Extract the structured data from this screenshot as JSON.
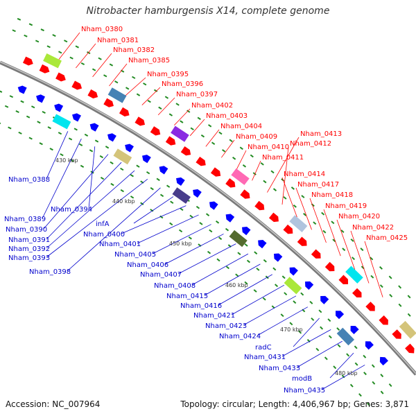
{
  "title": "Nitrobacter hamburgensis X14, complete genome",
  "footer": {
    "accession": "Accession: NC_007964",
    "summary": "Topology: circular; Length: 4,406,967 bp; Genes: 3,871"
  },
  "scale_marks": [
    "430 kbp",
    "440 kbp",
    "450 kbp",
    "460 kbp",
    "470 kbp",
    "480 kbp"
  ],
  "red_labels": [
    "Nham_0380",
    "Nham_0381",
    "Nham_0382",
    "Nham_0385",
    "Nham_0395",
    "Nham_0396",
    "Nham_0397",
    "Nham_0402",
    "Nham_0403",
    "Nham_0404",
    "Nham_0409",
    "Nham_0410",
    "Nham_0411",
    "Nham_0413",
    "Nham_0412",
    "Nham_0414",
    "Nham_0417",
    "Nham_0418",
    "Nham_0419",
    "Nham_0420",
    "Nham_0422",
    "Nham_0425"
  ],
  "blue_labels": [
    "Nham_0388",
    "Nham_0389",
    "Nham_0394",
    "Nham_0390",
    "Nham_0391",
    "Nham_0392",
    "Nham_0393",
    "Nham_0398",
    "infA",
    "Nham_0400",
    "Nham_0401",
    "Nham_0405",
    "Nham_0406",
    "Nham_0407",
    "Nham_0408",
    "Nham_0415",
    "Nham_0416",
    "Nham_0421",
    "Nham_0423",
    "Nham_0424",
    "radC",
    "Nham_0431",
    "Nham_0433",
    "modB",
    "Nham_0435"
  ],
  "colors": {
    "forward": "#ff0000",
    "reverse": "#0000ff",
    "backbone": "#888888",
    "tick": "#228b22"
  }
}
